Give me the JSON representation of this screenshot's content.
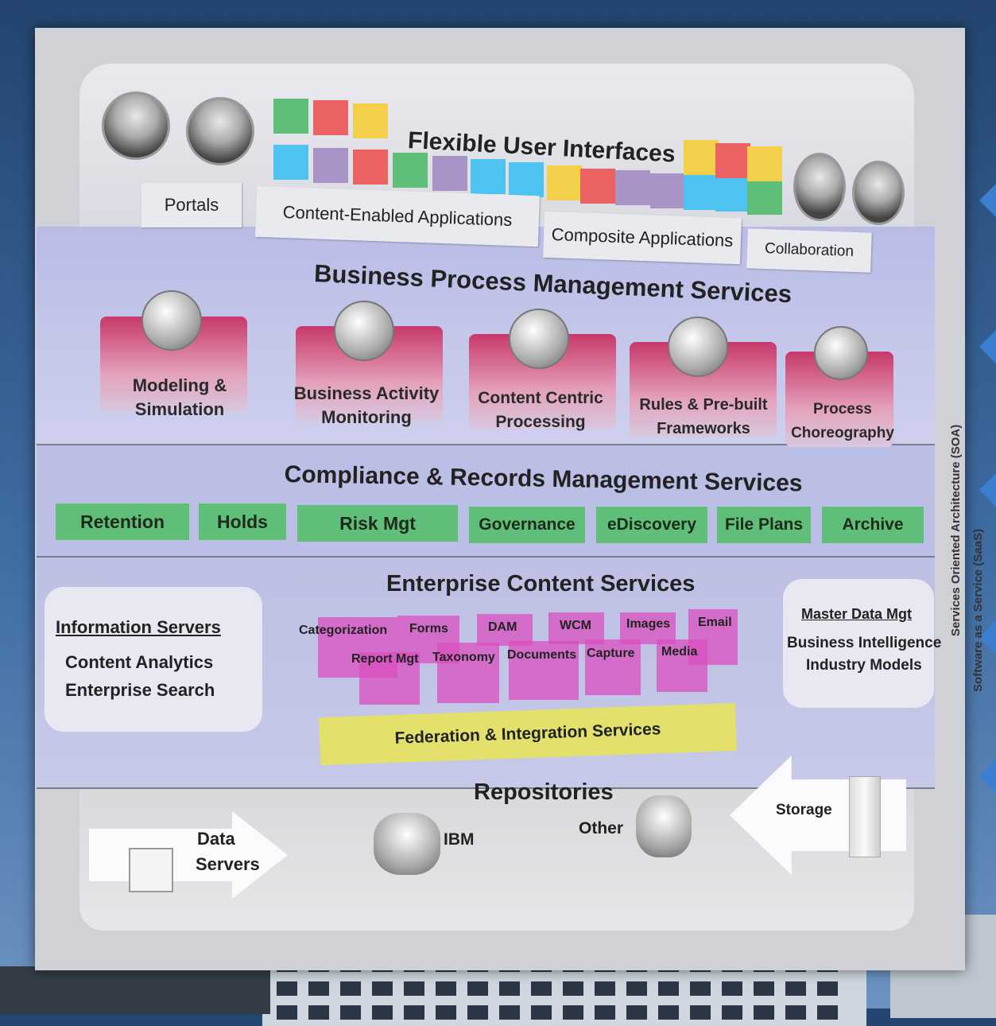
{
  "ui": {
    "title": "Flexible User Interfaces",
    "tabs": [
      {
        "label": "Portals"
      },
      {
        "label": "Content-Enabled Applications"
      },
      {
        "label": "Composite Applications"
      },
      {
        "label": "Collaboration"
      }
    ]
  },
  "bpm": {
    "title": "Business Process Management Services",
    "items": [
      {
        "line1": "Modeling &",
        "line2": "Simulation"
      },
      {
        "line1": "Business Activity",
        "line2": "Monitoring"
      },
      {
        "line1": "Content Centric",
        "line2": "Processing"
      },
      {
        "line1": "Rules & Pre-built",
        "line2": "Frameworks"
      },
      {
        "line1": "Process",
        "line2": "Choreography"
      }
    ]
  },
  "crm": {
    "title": "Compliance & Records Management Services",
    "items": [
      "Retention",
      "Holds",
      "Risk Mgt",
      "Governance",
      "eDiscovery",
      "File Plans",
      "Archive"
    ]
  },
  "ecs": {
    "title": "Enterprise Content Services",
    "left": {
      "heading": "Information Servers",
      "line1": "Content Analytics",
      "line2": "Enterprise Search"
    },
    "right": {
      "heading": "Master Data Mgt",
      "line1": "Business Intelligence",
      "line2": "Industry Models"
    },
    "top_row": [
      "Categorization",
      "Forms",
      "DAM",
      "WCM",
      "Images",
      "Email"
    ],
    "bottom_row": [
      "Report Mgt",
      "Taxonomy",
      "Documents",
      "Capture",
      "Media"
    ],
    "federation": "Federation & Integration Services"
  },
  "repo": {
    "title": "Repositories",
    "data_servers_1": "Data",
    "data_servers_2": "Servers",
    "ibm": "IBM",
    "other": "Other",
    "storage": "Storage"
  },
  "side": {
    "soa": "Services Oriented Architecture (SOA)",
    "saas": "Software as a Service (SaaS)"
  },
  "colors": {
    "green": "#5fbf78",
    "red": "#ec6262",
    "yellow": "#f2d04a",
    "blue": "#4fc3f0",
    "lavender": "#a994c8",
    "magenta": "#d94fbf",
    "federation_yellow": "#e3e06b",
    "bpm_red": "#c7386a",
    "chevron_blue": "#3c7fd0"
  }
}
